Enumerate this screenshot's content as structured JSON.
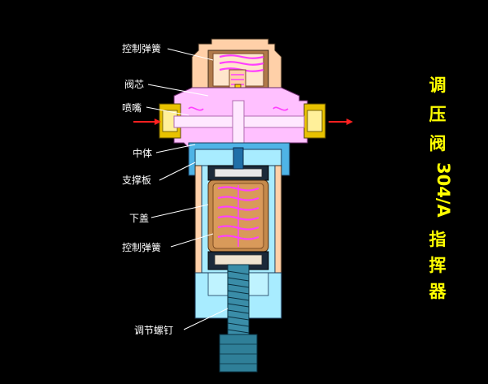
{
  "title_chars": [
    "调",
    "压",
    "阀",
    "304/A",
    "指",
    "挥",
    "器"
  ],
  "labels": {
    "control_spring_top": "控制弹簧",
    "valve_core": "阀芯",
    "nozzle": "喷嘴",
    "middle_body": "中体",
    "support_plate": "支撑板",
    "lower_cover": "下盖",
    "control_spring_bottom": "控制弹簧",
    "adjust_screw": "调节螺钉"
  },
  "colors": {
    "background": "#000000",
    "title": "#ffff00",
    "label": "#ffffff",
    "body_pink": "#ffc0ff",
    "body_peach": "#ffd0a8",
    "body_cyan": "#a8ecff",
    "body_blue": "#4fb4e6",
    "spring": "#ff40ff",
    "chamber": "#c58a4c",
    "screw": "#3a8da8",
    "flow_arrow": "#ff2020"
  }
}
